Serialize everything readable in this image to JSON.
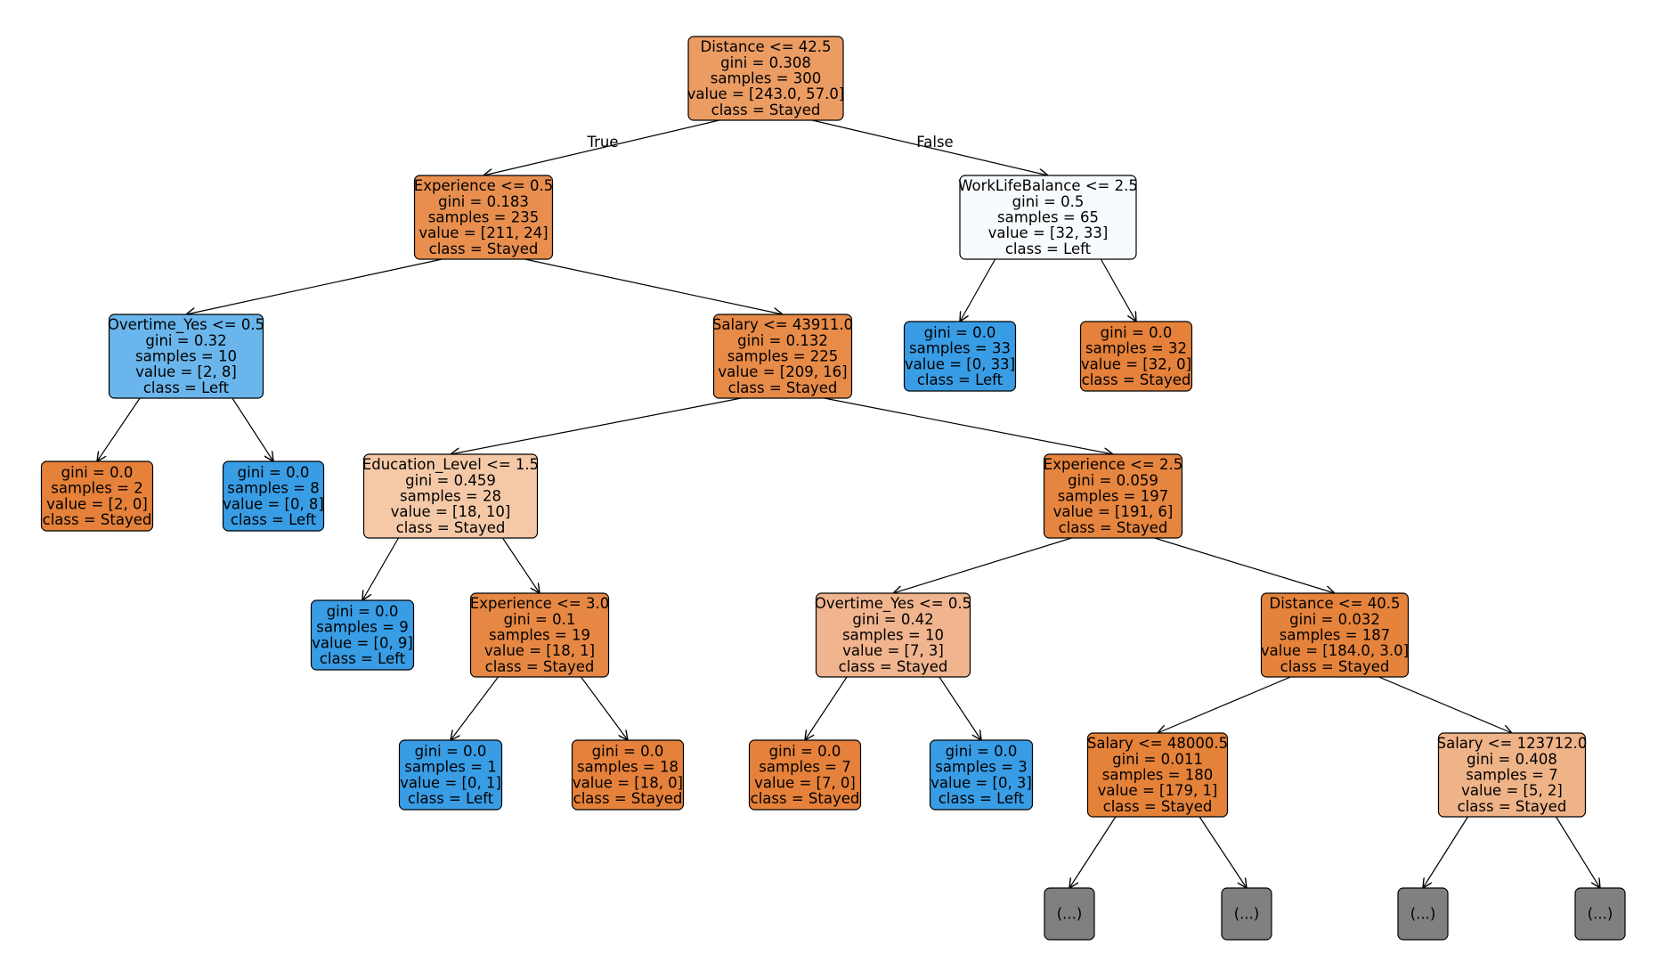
{
  "tree": {
    "edge_labels": {
      "true_label": "True",
      "false_label": "False"
    },
    "colors": {
      "stayed_strong": "#e5813a",
      "stayed_medium": "#eb9c63",
      "stayed_light": "#f0b489",
      "stayed_pale": "#f5c9a8",
      "left_strong": "#399de5",
      "left_medium": "#6ab6ec",
      "neutral": "#f8fbfe",
      "truncated": "#808080"
    },
    "nodes": [
      {
        "id": "n0",
        "lines": [
          "Distance <= 42.5",
          "gini = 0.308",
          "samples = 300",
          "value = [243.0, 57.0]",
          "class = Stayed"
        ],
        "color": "#eb9c63"
      },
      {
        "id": "n1",
        "lines": [
          "Experience <= 0.5",
          "gini = 0.183",
          "samples = 235",
          "value = [211, 24]",
          "class = Stayed"
        ],
        "color": "#e88f4f"
      },
      {
        "id": "n2",
        "lines": [
          "WorkLifeBalance <= 2.5",
          "gini = 0.5",
          "samples = 65",
          "value = [32, 33]",
          "class = Left"
        ],
        "color": "#f8fbfe"
      },
      {
        "id": "n3",
        "lines": [
          "Overtime_Yes <= 0.5",
          "gini = 0.32",
          "samples = 10",
          "value = [2, 8]",
          "class = Left"
        ],
        "color": "#6ab6ec"
      },
      {
        "id": "n4",
        "lines": [
          "Salary <= 43911.0",
          "gini = 0.132",
          "samples = 225",
          "value = [209, 16]",
          "class = Stayed"
        ],
        "color": "#e78b48"
      },
      {
        "id": "n5",
        "lines": [
          "gini = 0.0",
          "samples = 33",
          "value = [0, 33]",
          "class = Left"
        ],
        "color": "#399de5"
      },
      {
        "id": "n6",
        "lines": [
          "gini = 0.0",
          "samples = 32",
          "value = [32, 0]",
          "class = Stayed"
        ],
        "color": "#e5813a"
      },
      {
        "id": "n7",
        "lines": [
          "gini = 0.0",
          "samples = 2",
          "value = [2, 0]",
          "class = Stayed"
        ],
        "color": "#e5813a"
      },
      {
        "id": "n8",
        "lines": [
          "gini = 0.0",
          "samples = 8",
          "value = [0, 8]",
          "class = Left"
        ],
        "color": "#399de5"
      },
      {
        "id": "n9",
        "lines": [
          "Education_Level <= 1.5",
          "gini = 0.459",
          "samples = 28",
          "value = [18, 10]",
          "class = Stayed"
        ],
        "color": "#f5c9a8"
      },
      {
        "id": "n10",
        "lines": [
          "Experience <= 2.5",
          "gini = 0.059",
          "samples = 197",
          "value = [191, 6]",
          "class = Stayed"
        ],
        "color": "#e6853f"
      },
      {
        "id": "n11",
        "lines": [
          "gini = 0.0",
          "samples = 9",
          "value = [0, 9]",
          "class = Left"
        ],
        "color": "#399de5"
      },
      {
        "id": "n12",
        "lines": [
          "Experience <= 3.0",
          "gini = 0.1",
          "samples = 19",
          "value = [18, 1]",
          "class = Stayed"
        ],
        "color": "#e68844"
      },
      {
        "id": "n13",
        "lines": [
          "Overtime_Yes <= 0.5",
          "gini = 0.42",
          "samples = 10",
          "value = [7, 3]",
          "class = Stayed"
        ],
        "color": "#f0b48e"
      },
      {
        "id": "n14",
        "lines": [
          "Distance <= 40.5",
          "gini = 0.032",
          "samples = 187",
          "value = [184.0, 3.0]",
          "class = Stayed"
        ],
        "color": "#e5833c"
      },
      {
        "id": "n15",
        "lines": [
          "gini = 0.0",
          "samples = 1",
          "value = [0, 1]",
          "class = Left"
        ],
        "color": "#399de5"
      },
      {
        "id": "n16",
        "lines": [
          "gini = 0.0",
          "samples = 18",
          "value = [18, 0]",
          "class = Stayed"
        ],
        "color": "#e5813a"
      },
      {
        "id": "n17",
        "lines": [
          "gini = 0.0",
          "samples = 7",
          "value = [7, 0]",
          "class = Stayed"
        ],
        "color": "#e5813a"
      },
      {
        "id": "n18",
        "lines": [
          "gini = 0.0",
          "samples = 3",
          "value = [0, 3]",
          "class = Left"
        ],
        "color": "#399de5"
      },
      {
        "id": "n19",
        "lines": [
          "Salary <= 48000.5",
          "gini = 0.011",
          "samples = 180",
          "value = [179, 1]",
          "class = Stayed"
        ],
        "color": "#e5823a"
      },
      {
        "id": "n20",
        "lines": [
          "Salary <= 123712.0",
          "gini = 0.408",
          "samples = 7",
          "value = [5, 2]",
          "class = Stayed"
        ],
        "color": "#efb388"
      },
      {
        "id": "n21",
        "lines": [
          "(...)"
        ],
        "color": "#808080"
      },
      {
        "id": "n22",
        "lines": [
          "(...)"
        ],
        "color": "#808080"
      },
      {
        "id": "n23",
        "lines": [
          "(...)"
        ],
        "color": "#808080"
      },
      {
        "id": "n24",
        "lines": [
          "(...)"
        ],
        "color": "#808080"
      }
    ],
    "edges": [
      [
        "n0",
        "n1"
      ],
      [
        "n0",
        "n2"
      ],
      [
        "n1",
        "n3"
      ],
      [
        "n1",
        "n4"
      ],
      [
        "n2",
        "n5"
      ],
      [
        "n2",
        "n6"
      ],
      [
        "n3",
        "n7"
      ],
      [
        "n3",
        "n8"
      ],
      [
        "n4",
        "n9"
      ],
      [
        "n4",
        "n10"
      ],
      [
        "n9",
        "n11"
      ],
      [
        "n9",
        "n12"
      ],
      [
        "n10",
        "n13"
      ],
      [
        "n10",
        "n14"
      ],
      [
        "n12",
        "n15"
      ],
      [
        "n12",
        "n16"
      ],
      [
        "n13",
        "n17"
      ],
      [
        "n13",
        "n18"
      ],
      [
        "n14",
        "n19"
      ],
      [
        "n14",
        "n20"
      ],
      [
        "n19",
        "n21"
      ],
      [
        "n19",
        "n22"
      ],
      [
        "n20",
        "n23"
      ],
      [
        "n20",
        "n24"
      ]
    ]
  }
}
